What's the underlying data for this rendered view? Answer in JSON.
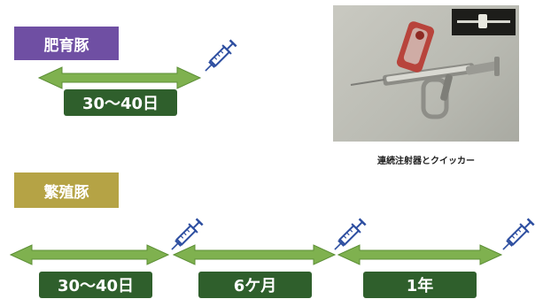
{
  "fattening": {
    "label": "肥育豚",
    "color": "#6f4fa3",
    "periods": [
      "30〜40日"
    ]
  },
  "breeding": {
    "label": "繁殖豚",
    "color": "#b5a345",
    "periods": [
      "30〜40日",
      "6ケ月",
      "1年"
    ]
  },
  "photo": {
    "caption": "連続注射器とクイッカー"
  },
  "colors": {
    "arrow": "#7fb14f",
    "arrow_edge": "#5c8f36",
    "period_bg": "#2f5f2c",
    "syringe": "#2d4ea0"
  },
  "icons": [
    "syringe-icon",
    "double-arrow",
    "continuous-syringe-photo"
  ]
}
